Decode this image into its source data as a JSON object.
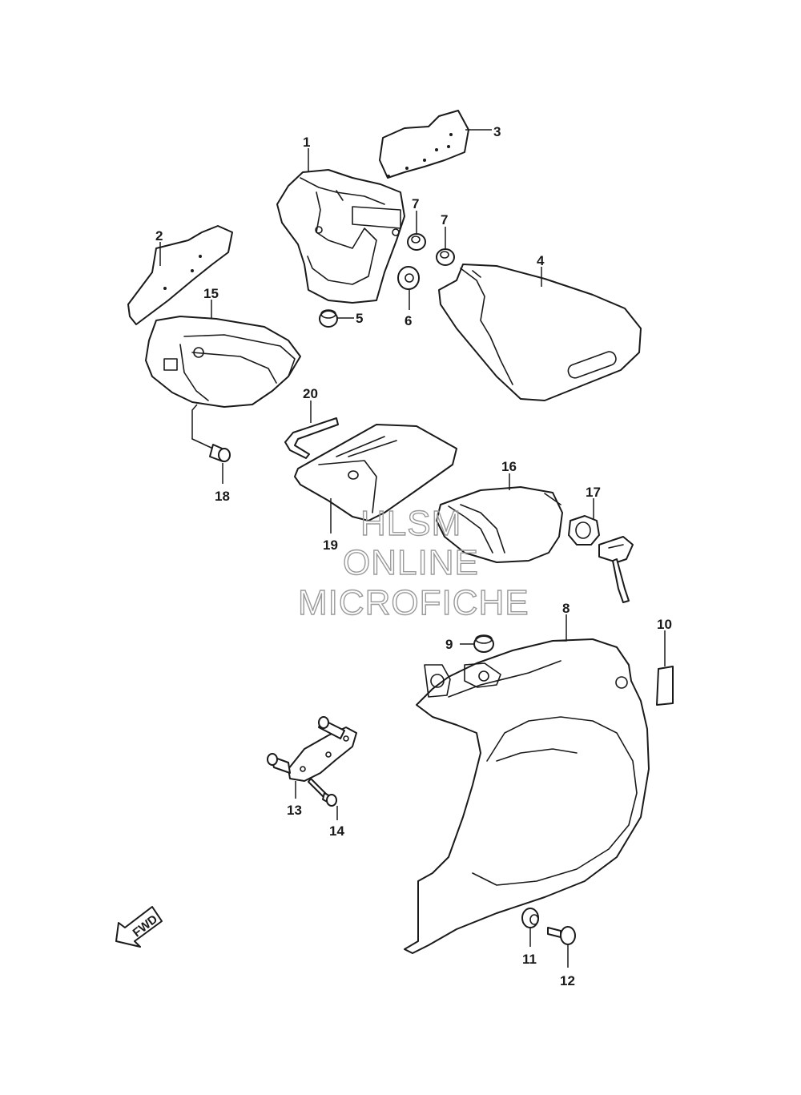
{
  "callouts": [
    {
      "id": "1",
      "label": "1"
    },
    {
      "id": "2",
      "label": "2"
    },
    {
      "id": "3",
      "label": "3"
    },
    {
      "id": "4",
      "label": "4"
    },
    {
      "id": "5",
      "label": "5"
    },
    {
      "id": "6",
      "label": "6"
    },
    {
      "id": "7a",
      "label": "7"
    },
    {
      "id": "7b",
      "label": "7"
    },
    {
      "id": "8",
      "label": "8"
    },
    {
      "id": "9",
      "label": "9"
    },
    {
      "id": "10",
      "label": "10"
    },
    {
      "id": "11",
      "label": "11"
    },
    {
      "id": "12",
      "label": "12"
    },
    {
      "id": "13",
      "label": "13"
    },
    {
      "id": "14",
      "label": "14"
    },
    {
      "id": "15",
      "label": "15"
    },
    {
      "id": "16",
      "label": "16"
    },
    {
      "id": "17",
      "label": "17"
    },
    {
      "id": "18",
      "label": "18"
    },
    {
      "id": "19",
      "label": "19"
    },
    {
      "id": "20",
      "label": "20"
    }
  ],
  "watermark": {
    "line1": "HLSM",
    "line2": "ONLINE",
    "line3": "MICROFICHE"
  },
  "direction_arrow": {
    "label": "FWD",
    "icon": "forward-arrow-icon"
  }
}
